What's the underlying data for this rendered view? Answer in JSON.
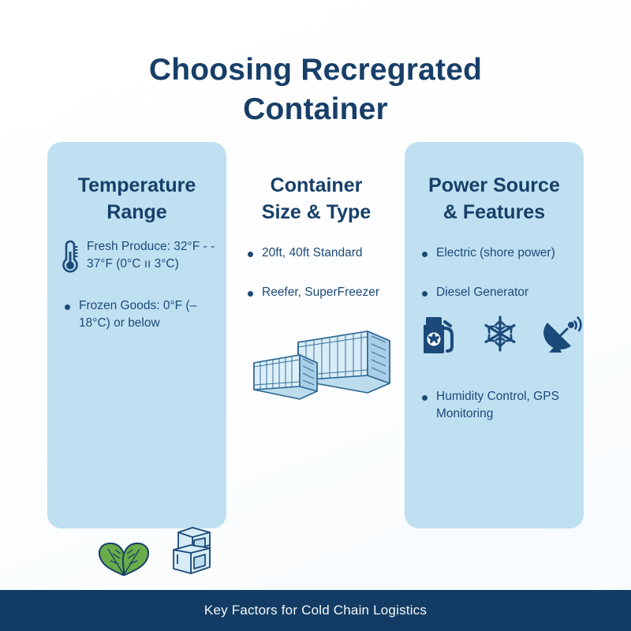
{
  "title": {
    "line1": "Choosing  Recregrated",
    "line2": "Container"
  },
  "colors": {
    "brand_navy": "#173f68",
    "panel_blue": "#bfe0f1",
    "text_blue": "#1c4a78",
    "footer_navy": "#123c63",
    "leaf_green": "#6aab4a"
  },
  "columns": [
    {
      "id": "temperature",
      "heading_line1": "Temperature",
      "heading_line2": "Range",
      "bullets": [
        {
          "marker": "thermometer-icon",
          "text": "Fresh Produce: 32°F - - 37°F (0°C ­ıı 3°C)"
        },
        {
          "marker": "dot",
          "text": "Frozen Goods: 0°F (–18°C) or below"
        }
      ],
      "icons": [
        "leaves-icon",
        "ice-cubes-icon"
      ]
    },
    {
      "id": "container",
      "heading_line1": "Container",
      "heading_line2": "Size & Type",
      "bullets": [
        {
          "marker": "dot",
          "text": "20ft, 40ft Standard"
        },
        {
          "marker": "dot",
          "text": "Reefer, SuperFreezer"
        }
      ],
      "icons": [
        "shipping-containers-icon"
      ]
    },
    {
      "id": "power",
      "heading_line1": "Power Source",
      "heading_line2": "& Features",
      "bullets": [
        {
          "marker": "dot",
          "text": "Electric (shore power)"
        },
        {
          "marker": "dot",
          "text": "Diesel Generator"
        }
      ],
      "extra_bullets": [
        {
          "marker": "dot",
          "text": "Humidity Control, GPS Monitoring"
        }
      ],
      "icons": [
        "fuel-generator-icon",
        "snowflake-icon",
        "satellite-dish-icon"
      ]
    }
  ],
  "footer": {
    "caption": "Key Factors for Cold Chain Logistics"
  }
}
